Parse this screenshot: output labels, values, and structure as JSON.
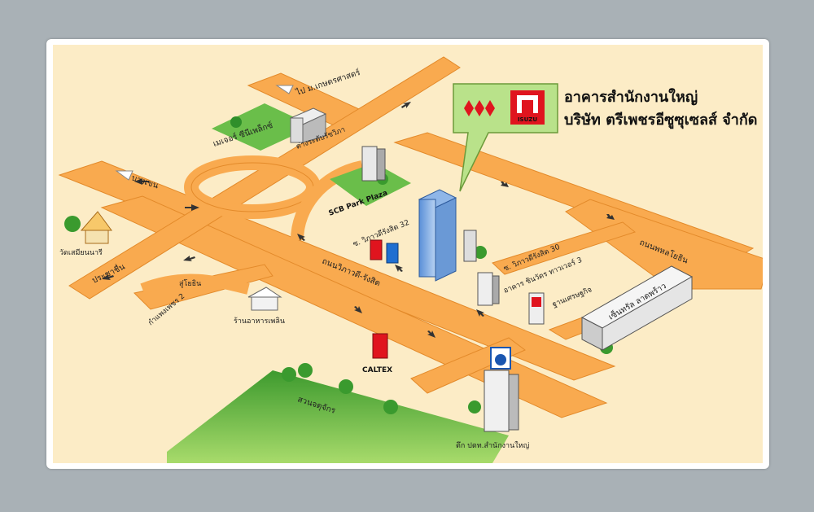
{
  "header": {
    "line1": "อาคารสำนักงานใหญ่",
    "line2": "บริษัท  ตรีเพชรอีซูซุเซลส์  จำกัด"
  },
  "logos": {
    "isuzu_badge_text": "ISUZU",
    "brand_red": "#e0141e",
    "callout_green": "#b9e28a"
  },
  "roads": {
    "ramintra_kaset": "ไป  ม.เกษตรศาสตร์",
    "bang_khen": "บางเขน",
    "vibhavadi_rangsit": "ถนนวิภาวดี-รังสิต",
    "phahonyothin": "ถนนพหลโยธิน",
    "flyover": "ต่างระดับรัชวิภา",
    "pracha_chuen": "ประชาชื่น",
    "to_phahon": "สู่โยธิน",
    "kamphaeng_phet": "กำแพงเพชร  2",
    "soi_32": "ซ. วิภาวดีรังสิต  32",
    "soi_30": "ซ. วิภาวดีรังสิต  30"
  },
  "landmarks": {
    "major_cineplex": "เมเจอร์  ซีนีเพล็กซ์",
    "scb_park_plaza": "SCB Park Plaza",
    "wat_samian": "วัดเสมียนนารี",
    "pholin_restaurant": "ร้านอาหารเพลิน",
    "caltex": "CALTEX",
    "suan_chatuchak": "สวนจตุจักร",
    "ptt_hq": "ตึก  ปตท.สำนักงานใหญ่",
    "tower3": "อาคาร  ชินวัตร  ทาวเวอร์  3",
    "ban_setthakit": "ฐานเศรษฐกิจ",
    "central_ladprao": "เซ็นทรัล  ลาดพร้าว"
  },
  "colors": {
    "background_land": "#fcecc6",
    "road": "#f9aa4f",
    "road_edge": "#e38a2a",
    "grass": "#79c254",
    "arrow": "#333333"
  }
}
